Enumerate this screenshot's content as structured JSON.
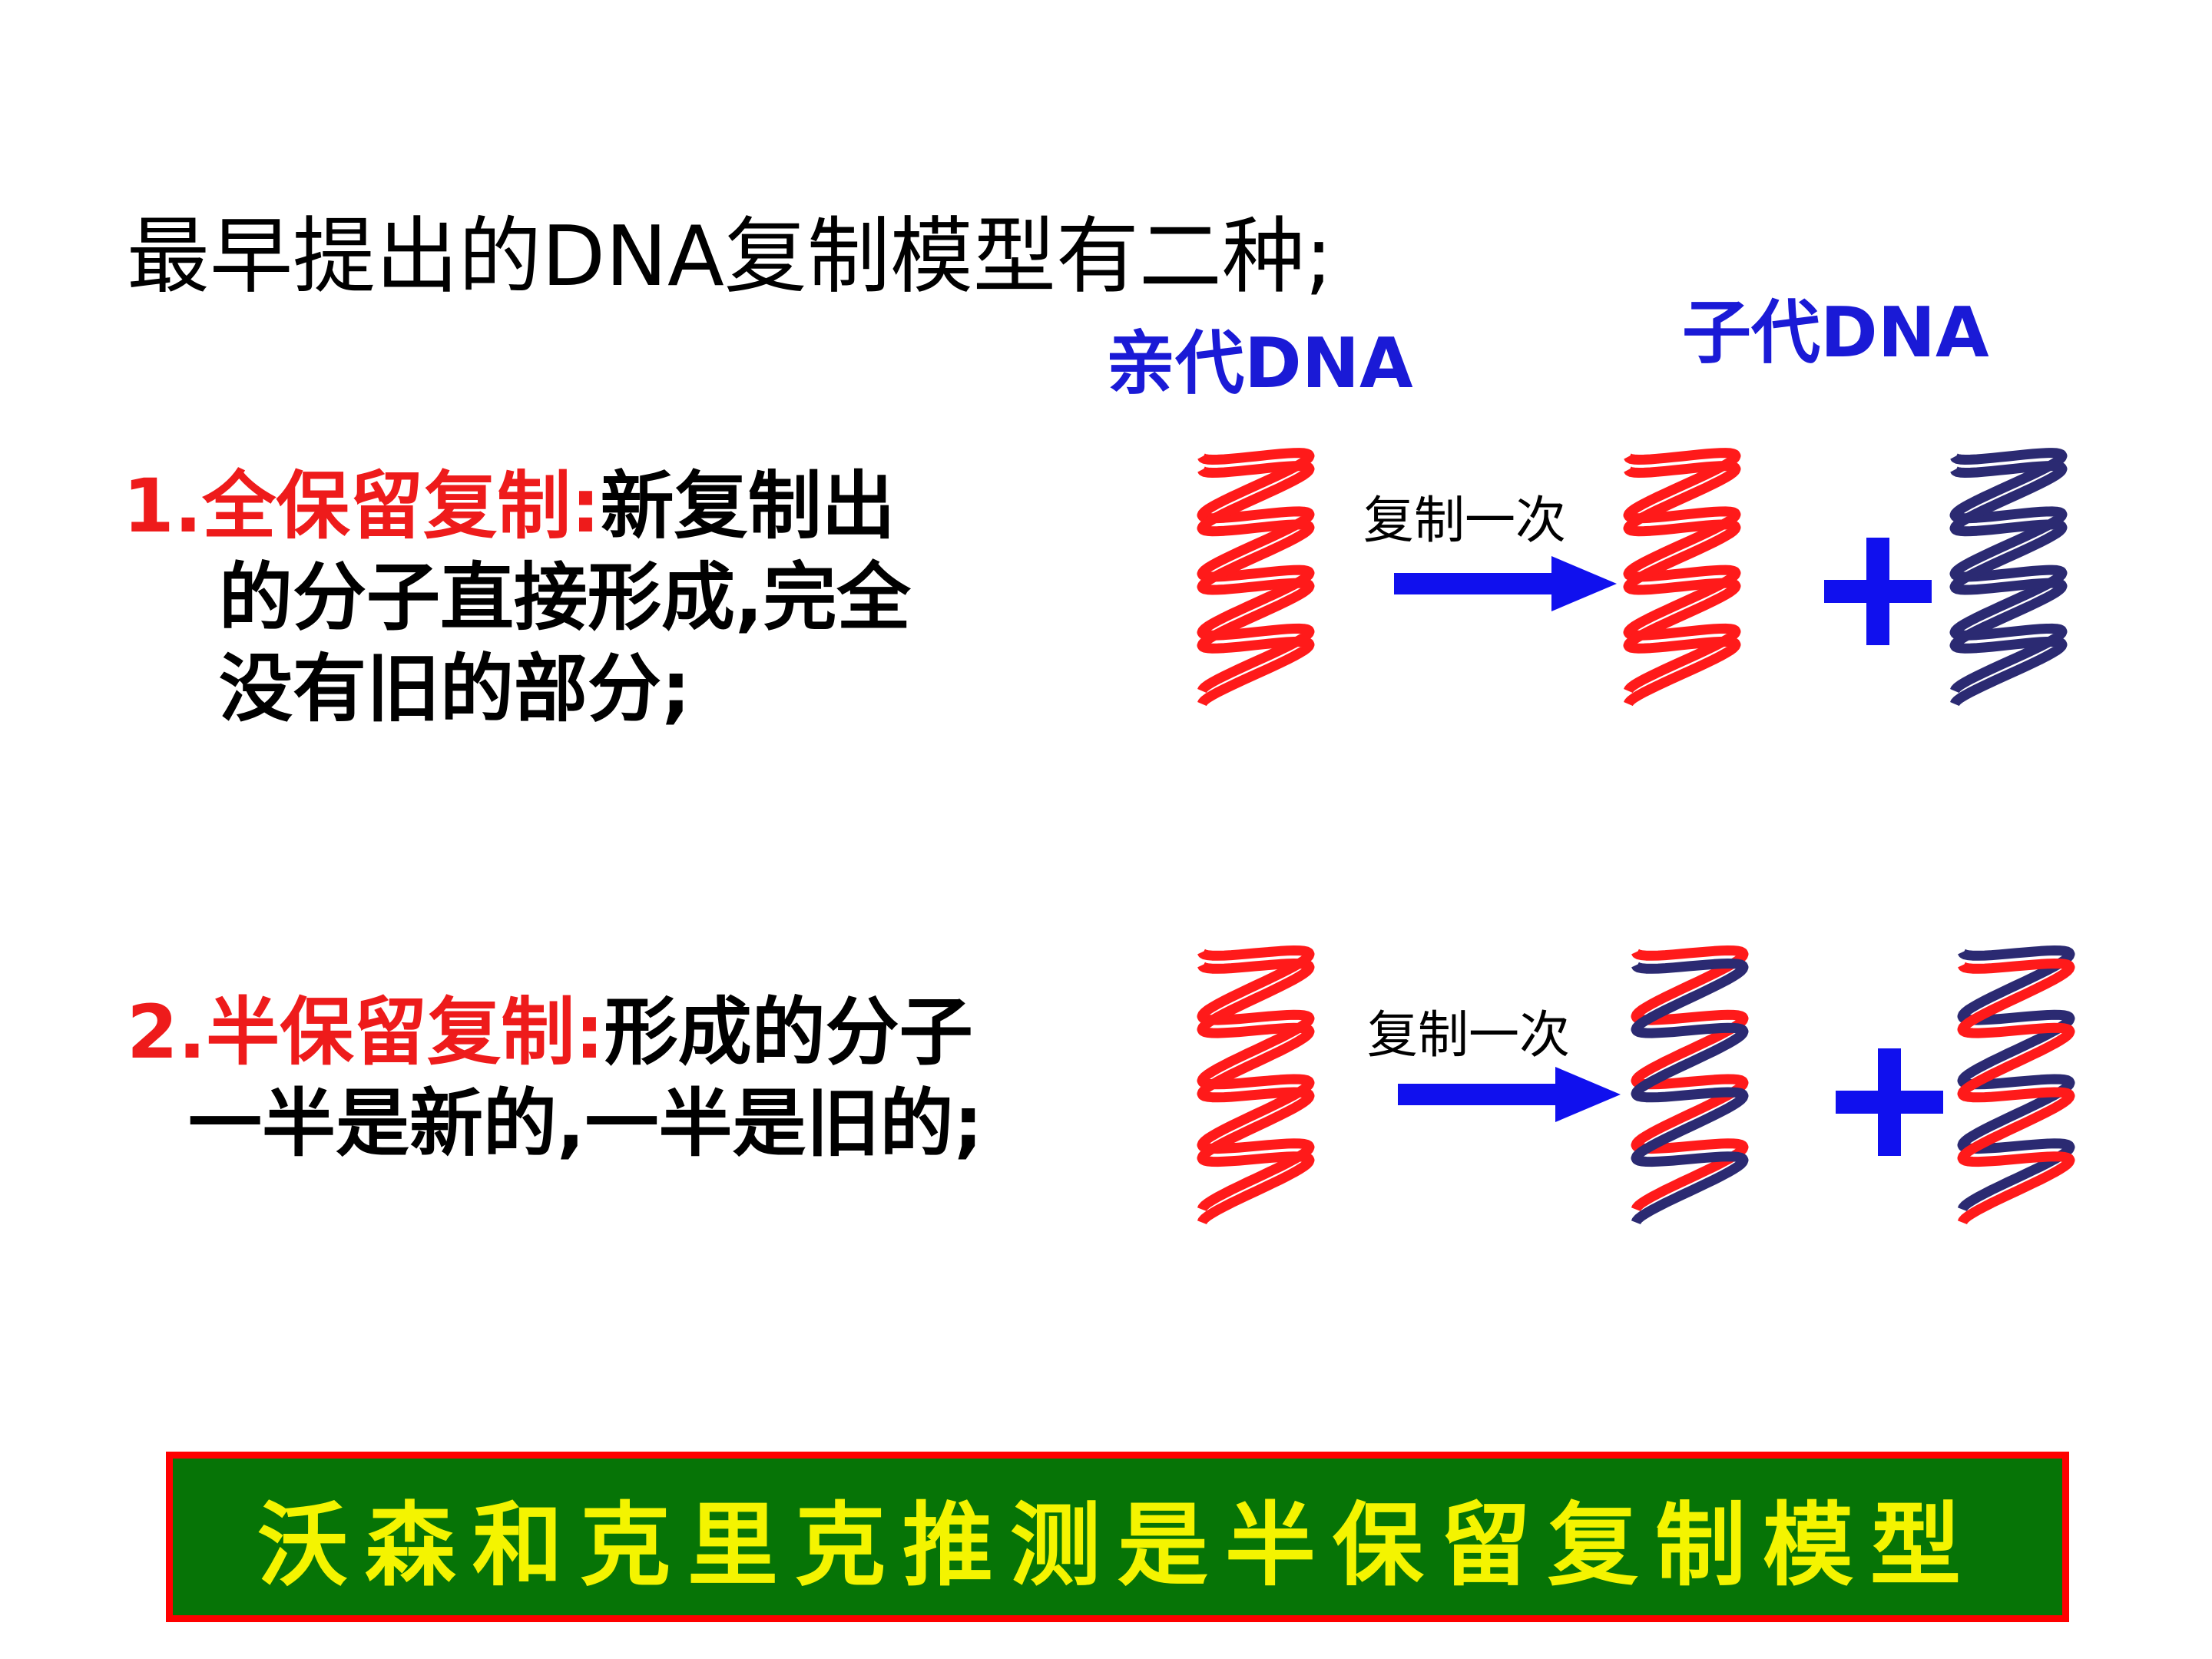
{
  "title": "最早提出的DNA复制模型有二种;",
  "labels": {
    "parent_dna": "亲代DNA",
    "child_dna": "子代DNA"
  },
  "models": [
    {
      "heading": "1.全保留复制:",
      "desc_lines": [
        "新复制出",
        "的分子直接形成,完全",
        "没有旧的部分;"
      ],
      "arrow_label": "复制一次",
      "children": [
        "conservative-old",
        "conservative-new"
      ]
    },
    {
      "heading": "2.半保留复制:",
      "desc_lines": [
        "形成的分子",
        "一半是新的,一半是旧的;"
      ],
      "arrow_label": "复制一次",
      "children": [
        "semi-mixed",
        "semi-mixed"
      ]
    }
  ],
  "conclusion": "沃森和克里克推测是半保留复制模型",
  "colors": {
    "old_strand": "#ff1a1a",
    "new_strand": "#2b2a72",
    "arrow": "#1010ee",
    "label_blue": "#1a1ad6",
    "heading_red": "#ee1b1b",
    "banner_bg": "#067406",
    "banner_border": "#ff0000",
    "banner_text": "#f4f400"
  },
  "icons": [
    "helix-icon",
    "right-arrow-icon",
    "plus-icon"
  ]
}
